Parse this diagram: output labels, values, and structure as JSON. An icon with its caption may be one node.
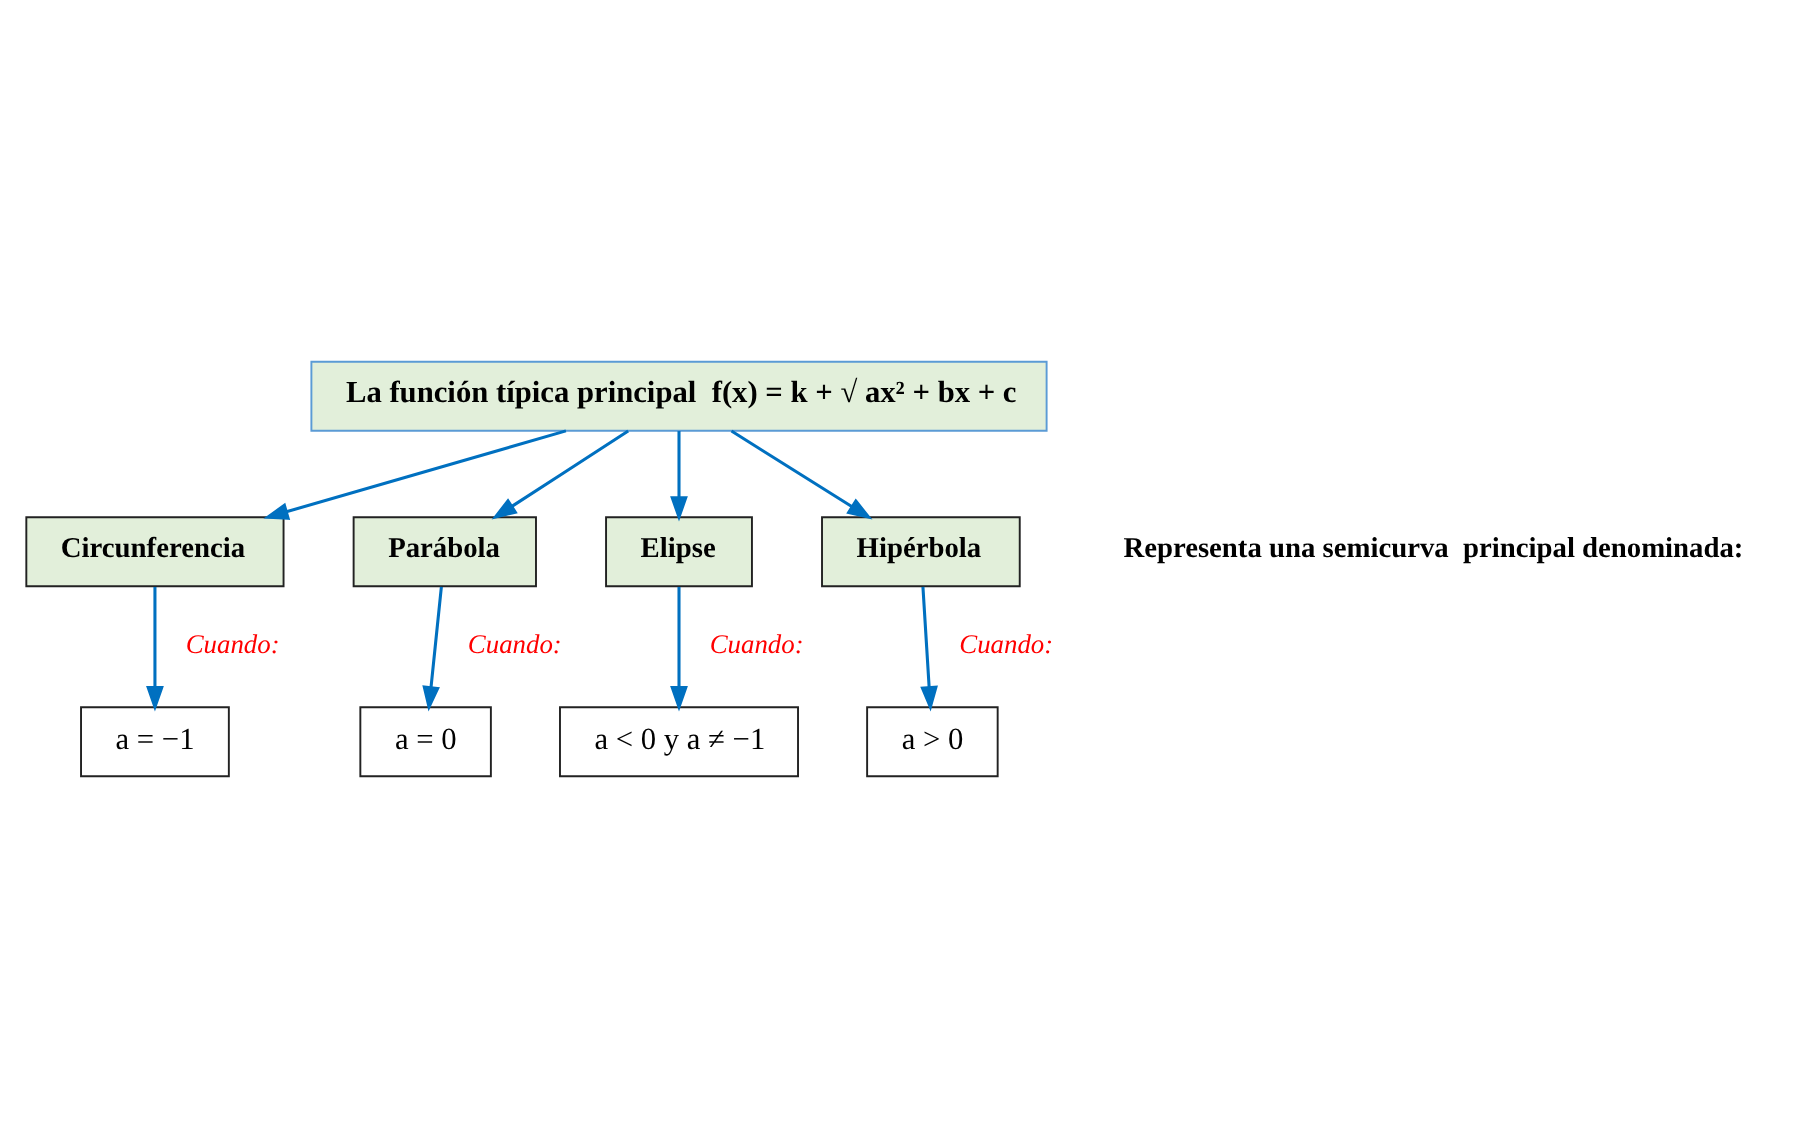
{
  "diagram": {
    "nodes": [
      {
        "text": [
          "La función típica principal  f(x) = k + √ ax² + bx + c"
        ]
      },
      {
        "text": [
          "Circunferencia"
        ]
      },
      {
        "text": [
          "Parábola"
        ]
      },
      {
        "text": [
          "Elipse"
        ]
      },
      {
        "text": [
          "Hipérbola"
        ]
      },
      {
        "text": [
          "a = −1"
        ]
      },
      {
        "text": [
          "a = 0"
        ]
      },
      {
        "text": [
          "a < 0 y a ≠ −1"
        ]
      },
      {
        "text": [
          "a > 0"
        ]
      }
    ],
    "edges": [
      {
        "from": 0,
        "to": 1,
        "arrow": "to"
      },
      {
        "from": 0,
        "to": 2,
        "arrow": "to"
      },
      {
        "from": 0,
        "to": 3,
        "arrow": "to"
      },
      {
        "from": 0,
        "to": 4,
        "arrow": "to"
      },
      {
        "from": 1,
        "to": 5,
        "arrow": "to",
        "label": "Cuando:"
      },
      {
        "from": 2,
        "to": 6,
        "arrow": "to",
        "label": "Cuando:"
      },
      {
        "from": 3,
        "to": 7,
        "arrow": "to",
        "label": "Cuando:"
      },
      {
        "from": 4,
        "to": 8,
        "arrow": "to",
        "label": "Cuando:"
      }
    ],
    "labels": [
      "Representa una semicurva  principal denominada:"
    ]
  }
}
